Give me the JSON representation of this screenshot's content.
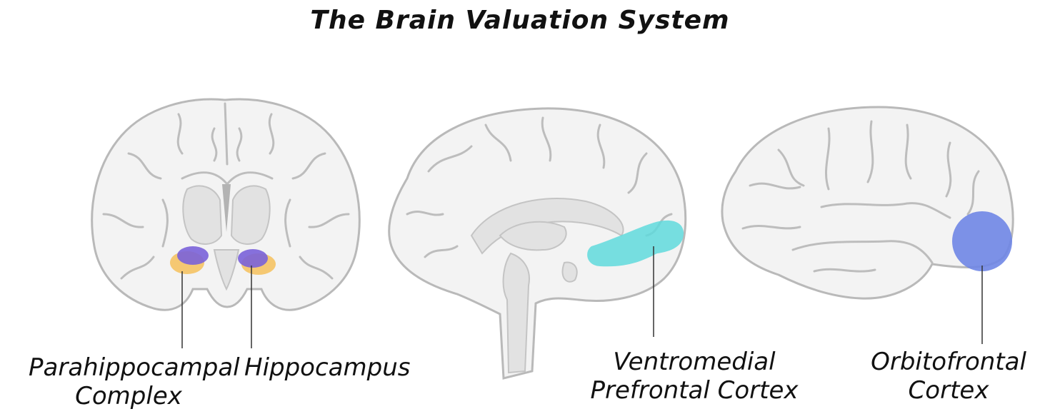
{
  "title": "The Brain Valuation System",
  "colors": {
    "hippocampus": "#7a62d9",
    "parahippocampal": "#f4c05a",
    "vmpfc": "#5fd9dc",
    "ofc": "#6f86e6",
    "brain_fill": "#f3f3f3",
    "brain_stroke": "#b9b9b9"
  },
  "panels": [
    {
      "view": "coronal",
      "labels": [
        {
          "line1": "Parahippocampal",
          "line2": "Complex"
        },
        {
          "line1": "Hippocampus"
        }
      ]
    },
    {
      "view": "sagittal",
      "labels": [
        {
          "line1": "Ventromedial",
          "line2": "Prefrontal Cortex"
        }
      ]
    },
    {
      "view": "lateral",
      "labels": [
        {
          "line1": "Orbitofrontal",
          "line2": "Cortex"
        }
      ]
    }
  ]
}
